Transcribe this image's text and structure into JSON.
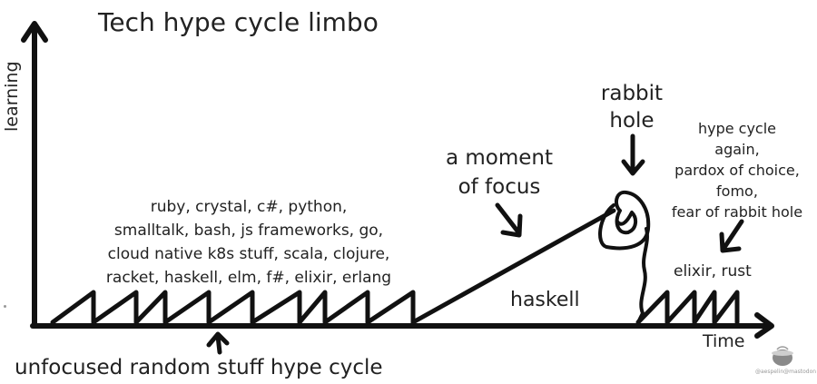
{
  "title": "Tech hype cycle limbo",
  "axes": {
    "y_label": "learning",
    "x_label": "Time"
  },
  "annotations": {
    "languages": [
      "ruby, crystal, c#, python,",
      "smalltalk, bash, js frameworks, go,",
      "cloud native k8s stuff, scala, clojure,",
      "racket, haskell, elm, f#, elixir, erlang"
    ],
    "moment_of_focus": [
      "a moment",
      "of focus"
    ],
    "rabbit_hole": [
      "rabbit",
      "hole"
    ],
    "hype_again": [
      "hype cycle",
      "again,",
      "pardox of choice,",
      "fomo,",
      "fear of rabbit hole"
    ],
    "later_langs": "elixir, rust",
    "focus_lang": "haskell",
    "bottom_caption": "unfocused random stuff hype cycle"
  },
  "watermark": {
    "icon": "bowl-logo-icon",
    "credit": "@aespelin@mastodon"
  },
  "colors": {
    "ink": "#111111",
    "text": "#222222",
    "background": "#ffffff"
  }
}
